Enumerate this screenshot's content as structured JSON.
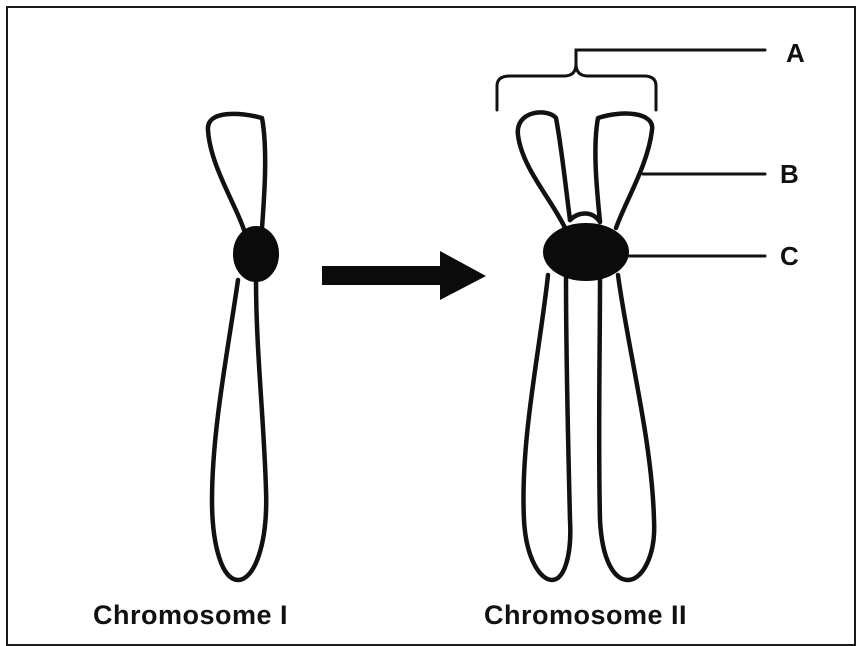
{
  "labels": {
    "a": "A",
    "b": "B",
    "c": "C"
  },
  "captions": {
    "chromosome_1": "Chromosome I",
    "chromosome_2": "Chromosome II"
  }
}
